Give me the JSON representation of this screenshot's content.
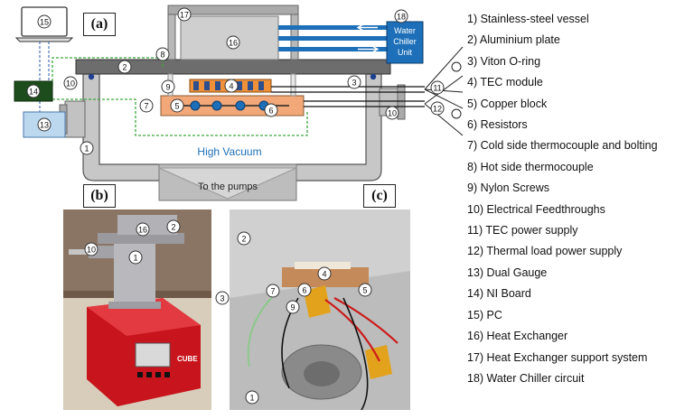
{
  "panels": {
    "a": "(a)",
    "b": "(b)",
    "c": "(c)"
  },
  "schematic": {
    "high_vacuum": "High Vacuum",
    "to_pumps": "To the pumps",
    "chiller_line1": "Water",
    "chiller_line2": "Chiller",
    "chiller_line3": "Unit",
    "callouts": {
      "n1": "1",
      "n2": "2",
      "n3": "3",
      "n4": "4",
      "n5": "5",
      "n6": "6",
      "n7": "7",
      "n8": "8",
      "n9": "9",
      "n10a": "10",
      "n10b": "10",
      "n11": "11",
      "n12": "12",
      "n13": "13",
      "n14": "14",
      "n15": "15",
      "n16": "16",
      "n17": "17",
      "n18": "18"
    }
  },
  "photo_b": {
    "brand": "CUBE",
    "callouts": {
      "n16": "16",
      "n2": "2",
      "n10": "10",
      "n1": "1"
    }
  },
  "photo_c": {
    "callouts": {
      "n2": "2",
      "n4": "4",
      "n3": "3",
      "n7": "7",
      "n6": "6",
      "n5": "5",
      "n9": "9",
      "n1": "1"
    }
  },
  "legend": [
    "1)  Stainless-steel vessel",
    "2)  Aluminium plate",
    "3)  Viton O-ring",
    "4)  TEC module",
    "5)  Copper block",
    "6)  Resistors",
    "7)  Cold side thermocouple and bolting",
    "8)  Hot side thermocouple",
    "9)  Nylon Screws",
    "10) Electrical Feedthroughs",
    "11) TEC power supply",
    "12)  Thermal load power supply",
    "13) Dual Gauge",
    "14) NI Board",
    "15) PC",
    "16) Heat Exchanger",
    "17) Heat Exchanger support system",
    "18)  Water Chiller circuit"
  ],
  "colors": {
    "vessel": "#c7c7c7",
    "plate": "#6d6d6d",
    "copper": "#f2a878",
    "water": "#1c6fb8",
    "ni_board": "#1d4d1d",
    "gauge": "#bcd8ef",
    "tec_orange": "#f0913a",
    "tec_blue": "#2d4f8e",
    "wire_green": "#3aa63a",
    "device_red": "#c8141c"
  }
}
